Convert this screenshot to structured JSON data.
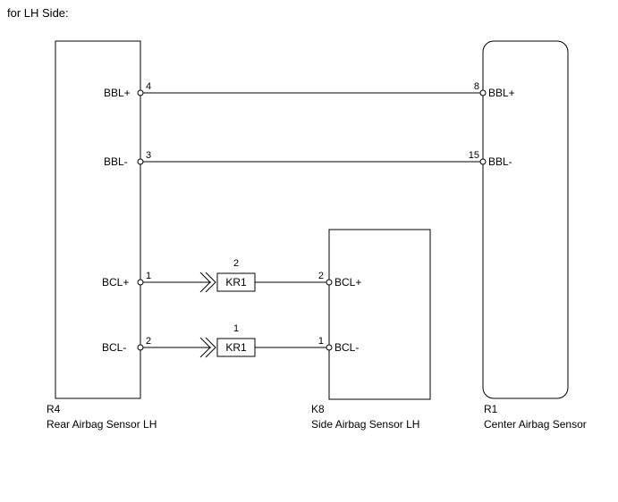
{
  "heading": "for LH Side:",
  "components": {
    "r4": {
      "code": "R4",
      "name": "Rear Airbag Sensor LH"
    },
    "k8": {
      "code": "K8",
      "name": "Side Airbag Sensor LH"
    },
    "r1": {
      "code": "R1",
      "name": "Center Airbag Sensor"
    }
  },
  "wires": [
    {
      "left_terminal": "BBL+",
      "left_pin": "4",
      "right_pin": "8",
      "right_terminal": "BBL+"
    },
    {
      "left_terminal": "BBL-",
      "left_pin": "3",
      "right_pin": "15",
      "right_terminal": "BBL-"
    },
    {
      "left_terminal": "BCL+",
      "left_pin": "1",
      "connector": "KR1",
      "connector_pin": "2",
      "right_pin": "2",
      "right_terminal": "BCL+"
    },
    {
      "left_terminal": "BCL-",
      "left_pin": "2",
      "connector": "KR1",
      "connector_pin": "1",
      "right_pin": "1",
      "right_terminal": "BCL-"
    }
  ]
}
